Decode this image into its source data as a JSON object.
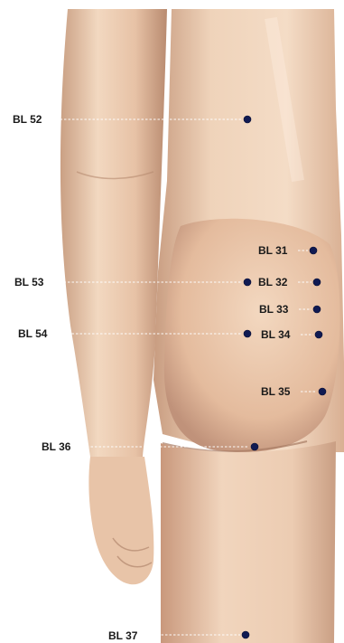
{
  "colors": {
    "skin_light": "#f3d9c1",
    "skin_mid": "#e6bea0",
    "skin_shadow": "#c99a7e",
    "point": "#101a52",
    "label": "#1a1a1a"
  },
  "points": [
    {
      "id": "bl52",
      "label": "BL 52"
    },
    {
      "id": "bl53",
      "label": "BL 53"
    },
    {
      "id": "bl54",
      "label": "BL 54"
    },
    {
      "id": "bl36",
      "label": "BL 36"
    },
    {
      "id": "bl37",
      "label": "BL 37"
    },
    {
      "id": "bl31",
      "label": "BL 31"
    },
    {
      "id": "bl32",
      "label": "BL 32"
    },
    {
      "id": "bl33",
      "label": "BL 33"
    },
    {
      "id": "bl34",
      "label": "BL 34"
    },
    {
      "id": "bl35",
      "label": "BL 35"
    }
  ]
}
